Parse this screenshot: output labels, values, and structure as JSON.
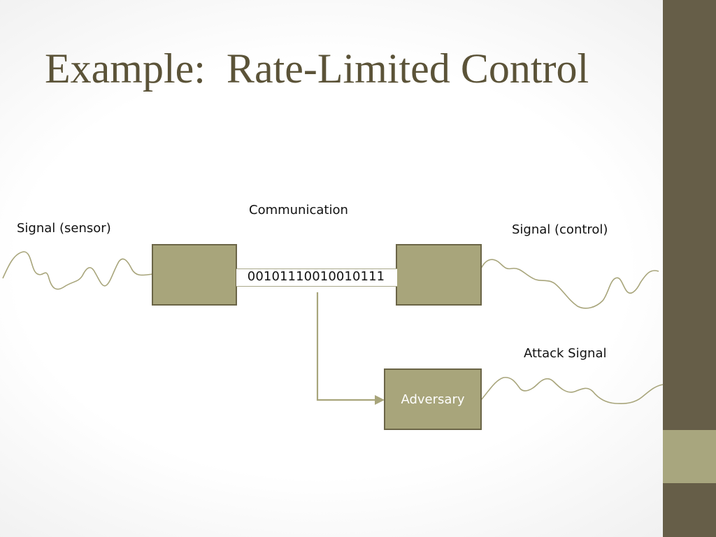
{
  "slide": {
    "title": "Example:  Rate-Limited Control"
  },
  "diagram": {
    "communication_label": "Communication",
    "sensor_label": "Signal (sensor)",
    "control_label": "Signal (control)",
    "attack_label": "Attack Signal",
    "bitstream": "00101110010010111",
    "adversary_label": "Adversary"
  },
  "colors": {
    "box_fill": "#a8a57b",
    "box_border": "#6b6547",
    "arrow": "#a8a57b",
    "title": "#5b5338",
    "sidebar": "#665e48",
    "sidebar_accent": "#a8a67e"
  }
}
